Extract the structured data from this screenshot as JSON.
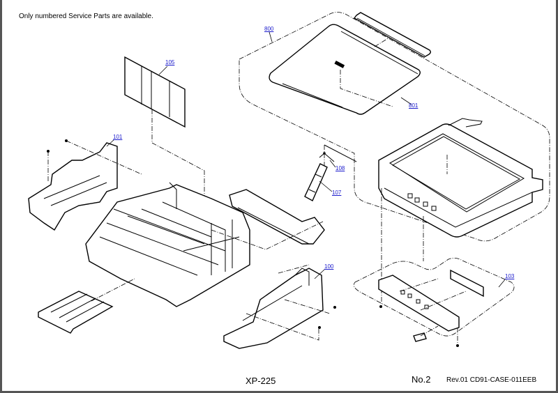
{
  "notice": "Only numbered Service Parts are available.",
  "callouts": [
    {
      "id": "800",
      "label": "800"
    },
    {
      "id": "801",
      "label": "801"
    },
    {
      "id": "105",
      "label": "105"
    },
    {
      "id": "101",
      "label": "101"
    },
    {
      "id": "108",
      "label": "108"
    },
    {
      "id": "107",
      "label": "107"
    },
    {
      "id": "100",
      "label": "100"
    },
    {
      "id": "103",
      "label": "103"
    }
  ],
  "footer": {
    "model": "XP-225",
    "page_number": "No.2",
    "revision": "Rev.01  CD91-CASE-011EEB"
  },
  "colors": {
    "callout_link": "#1a1acc",
    "frame_border": "#555555"
  }
}
